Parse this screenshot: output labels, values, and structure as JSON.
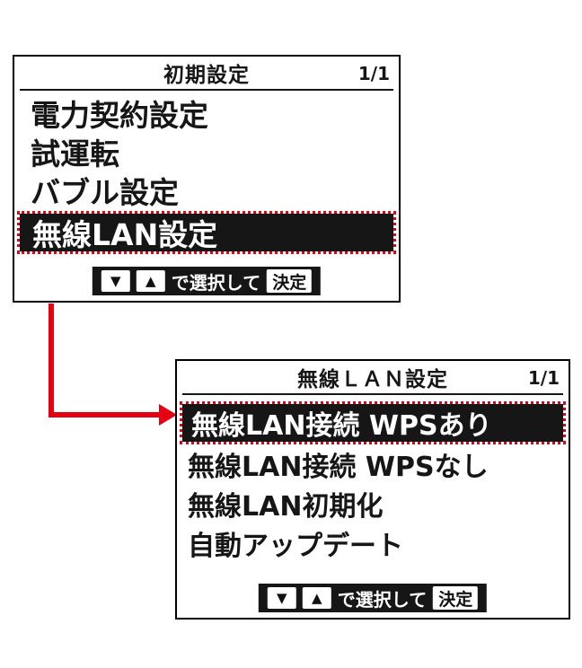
{
  "figure": {
    "arrow_color": "#e50012",
    "highlight_border_color": "#e50012",
    "lcd_text_color": "#161616"
  },
  "screens": [
    {
      "title": "初期設定",
      "page": "1/1",
      "items": [
        {
          "label": "電力契約設定",
          "selected": false
        },
        {
          "label": "試運転",
          "selected": false
        },
        {
          "label": "バブル設定",
          "selected": false
        },
        {
          "label": "無線LAN設定",
          "selected": true
        }
      ],
      "hint": {
        "down": "▼",
        "up": "▲",
        "text": "で選択して",
        "decide": "決定"
      }
    },
    {
      "title": "無線ＬＡＮ設定",
      "page": "1/1",
      "items": [
        {
          "label": "無線LAN接続 WPSあり",
          "selected": true
        },
        {
          "label": "無線LAN接続 WPSなし",
          "selected": false
        },
        {
          "label": "無線LAN初期化",
          "selected": false
        },
        {
          "label": "自動アップデート",
          "selected": false
        }
      ],
      "hint": {
        "down": "▼",
        "up": "▲",
        "text": "で選択して",
        "decide": "決定"
      }
    }
  ]
}
